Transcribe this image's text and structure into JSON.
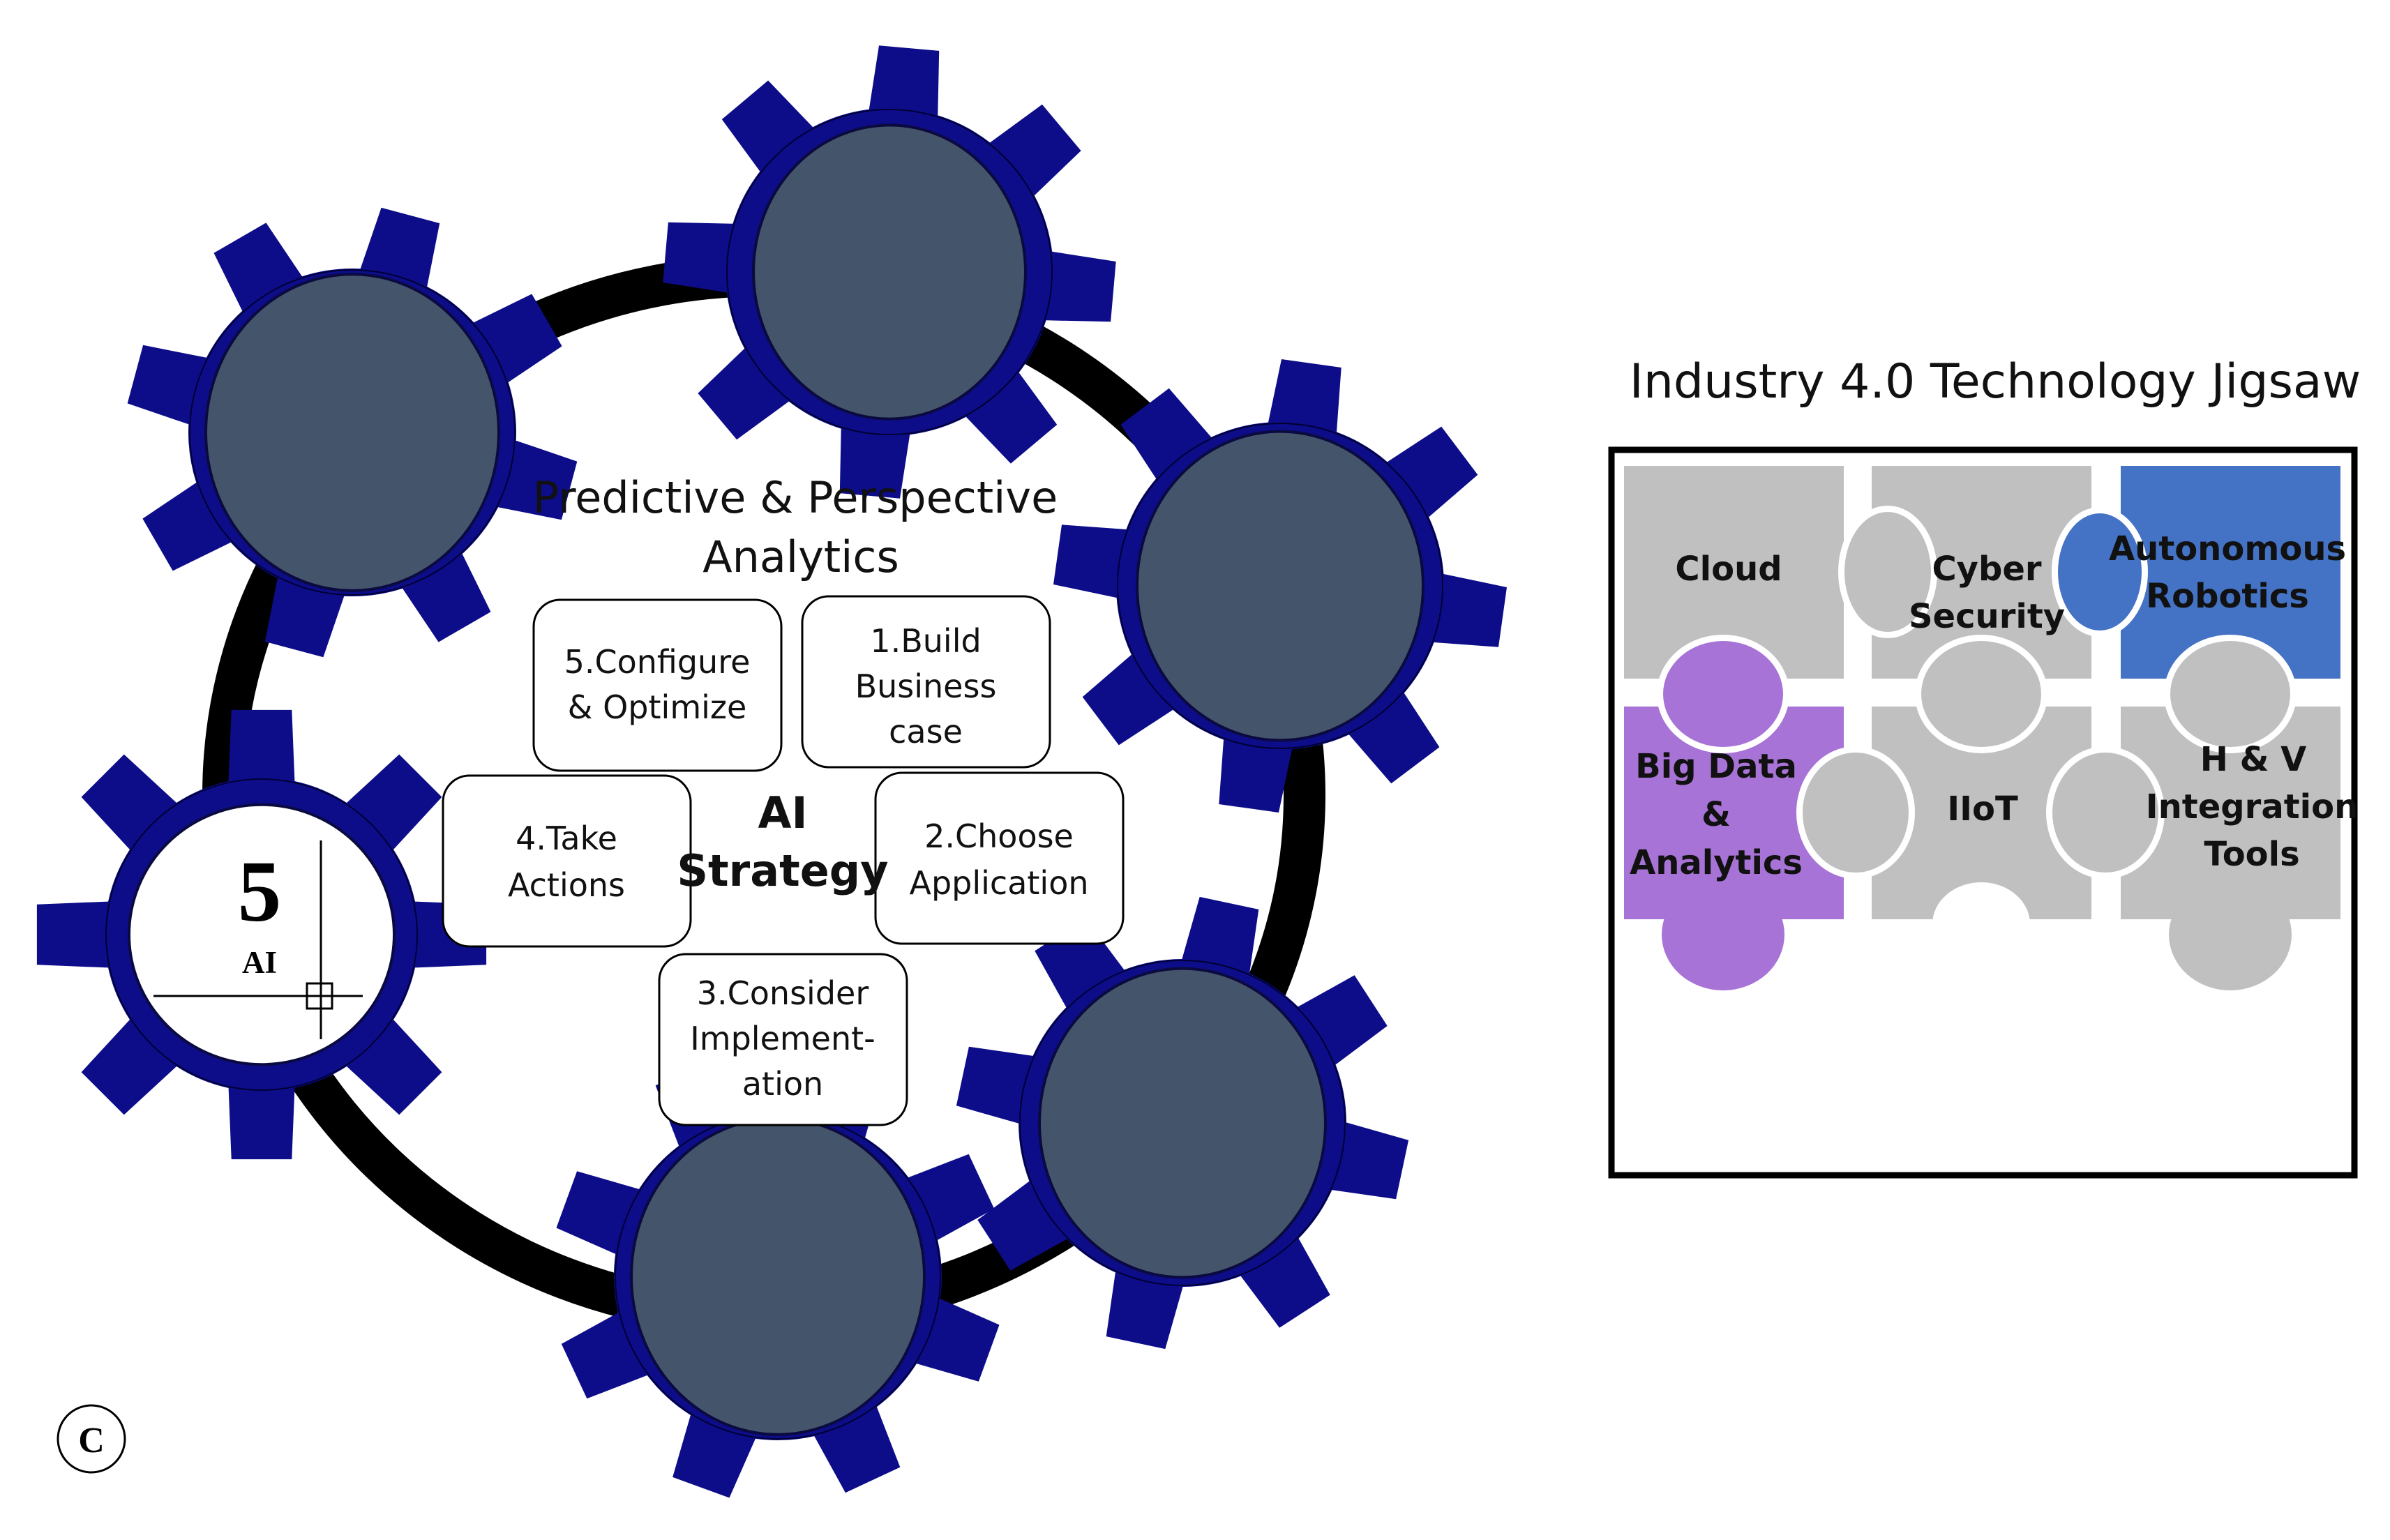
{
  "analytics_heading": [
    "Predictive & Perspective",
    "Analytics"
  ],
  "center_label": [
    "AI",
    "Strategy"
  ],
  "steps": [
    {
      "lines": [
        "1.Build",
        "Business",
        "case"
      ]
    },
    {
      "lines": [
        "2.Choose",
        "Application"
      ]
    },
    {
      "lines": [
        "3.Consider",
        "Implement-",
        "ation"
      ]
    },
    {
      "lines": [
        "4.Take",
        "Actions"
      ]
    },
    {
      "lines": [
        "5.Configure",
        "& Optimize"
      ]
    }
  ],
  "ai_badge": {
    "number": "5",
    "label": "AI"
  },
  "panel_letter": "C",
  "jigsaw": {
    "title": "Industry 4.0 Technology Jigsaw",
    "pieces": [
      {
        "lines": [
          "Cloud"
        ],
        "color": "#c0c0c0"
      },
      {
        "lines": [
          "Cyber",
          "Security"
        ],
        "color": "#c0c0c0"
      },
      {
        "lines": [
          "Autonomous",
          "Robotics"
        ],
        "color": "#4472c4"
      },
      {
        "lines": [
          "Big Data",
          "&",
          "Analytics"
        ],
        "color": "#a773d6"
      },
      {
        "lines": [
          "IIoT"
        ],
        "color": "#c0c0c0"
      },
      {
        "lines": [
          "H & V",
          "Integration",
          "Tools"
        ],
        "color": "#c0c0c0"
      }
    ]
  },
  "colors": {
    "gear": "#0d0d8a",
    "gear_hub": "#44546a",
    "ring": "#000000"
  }
}
